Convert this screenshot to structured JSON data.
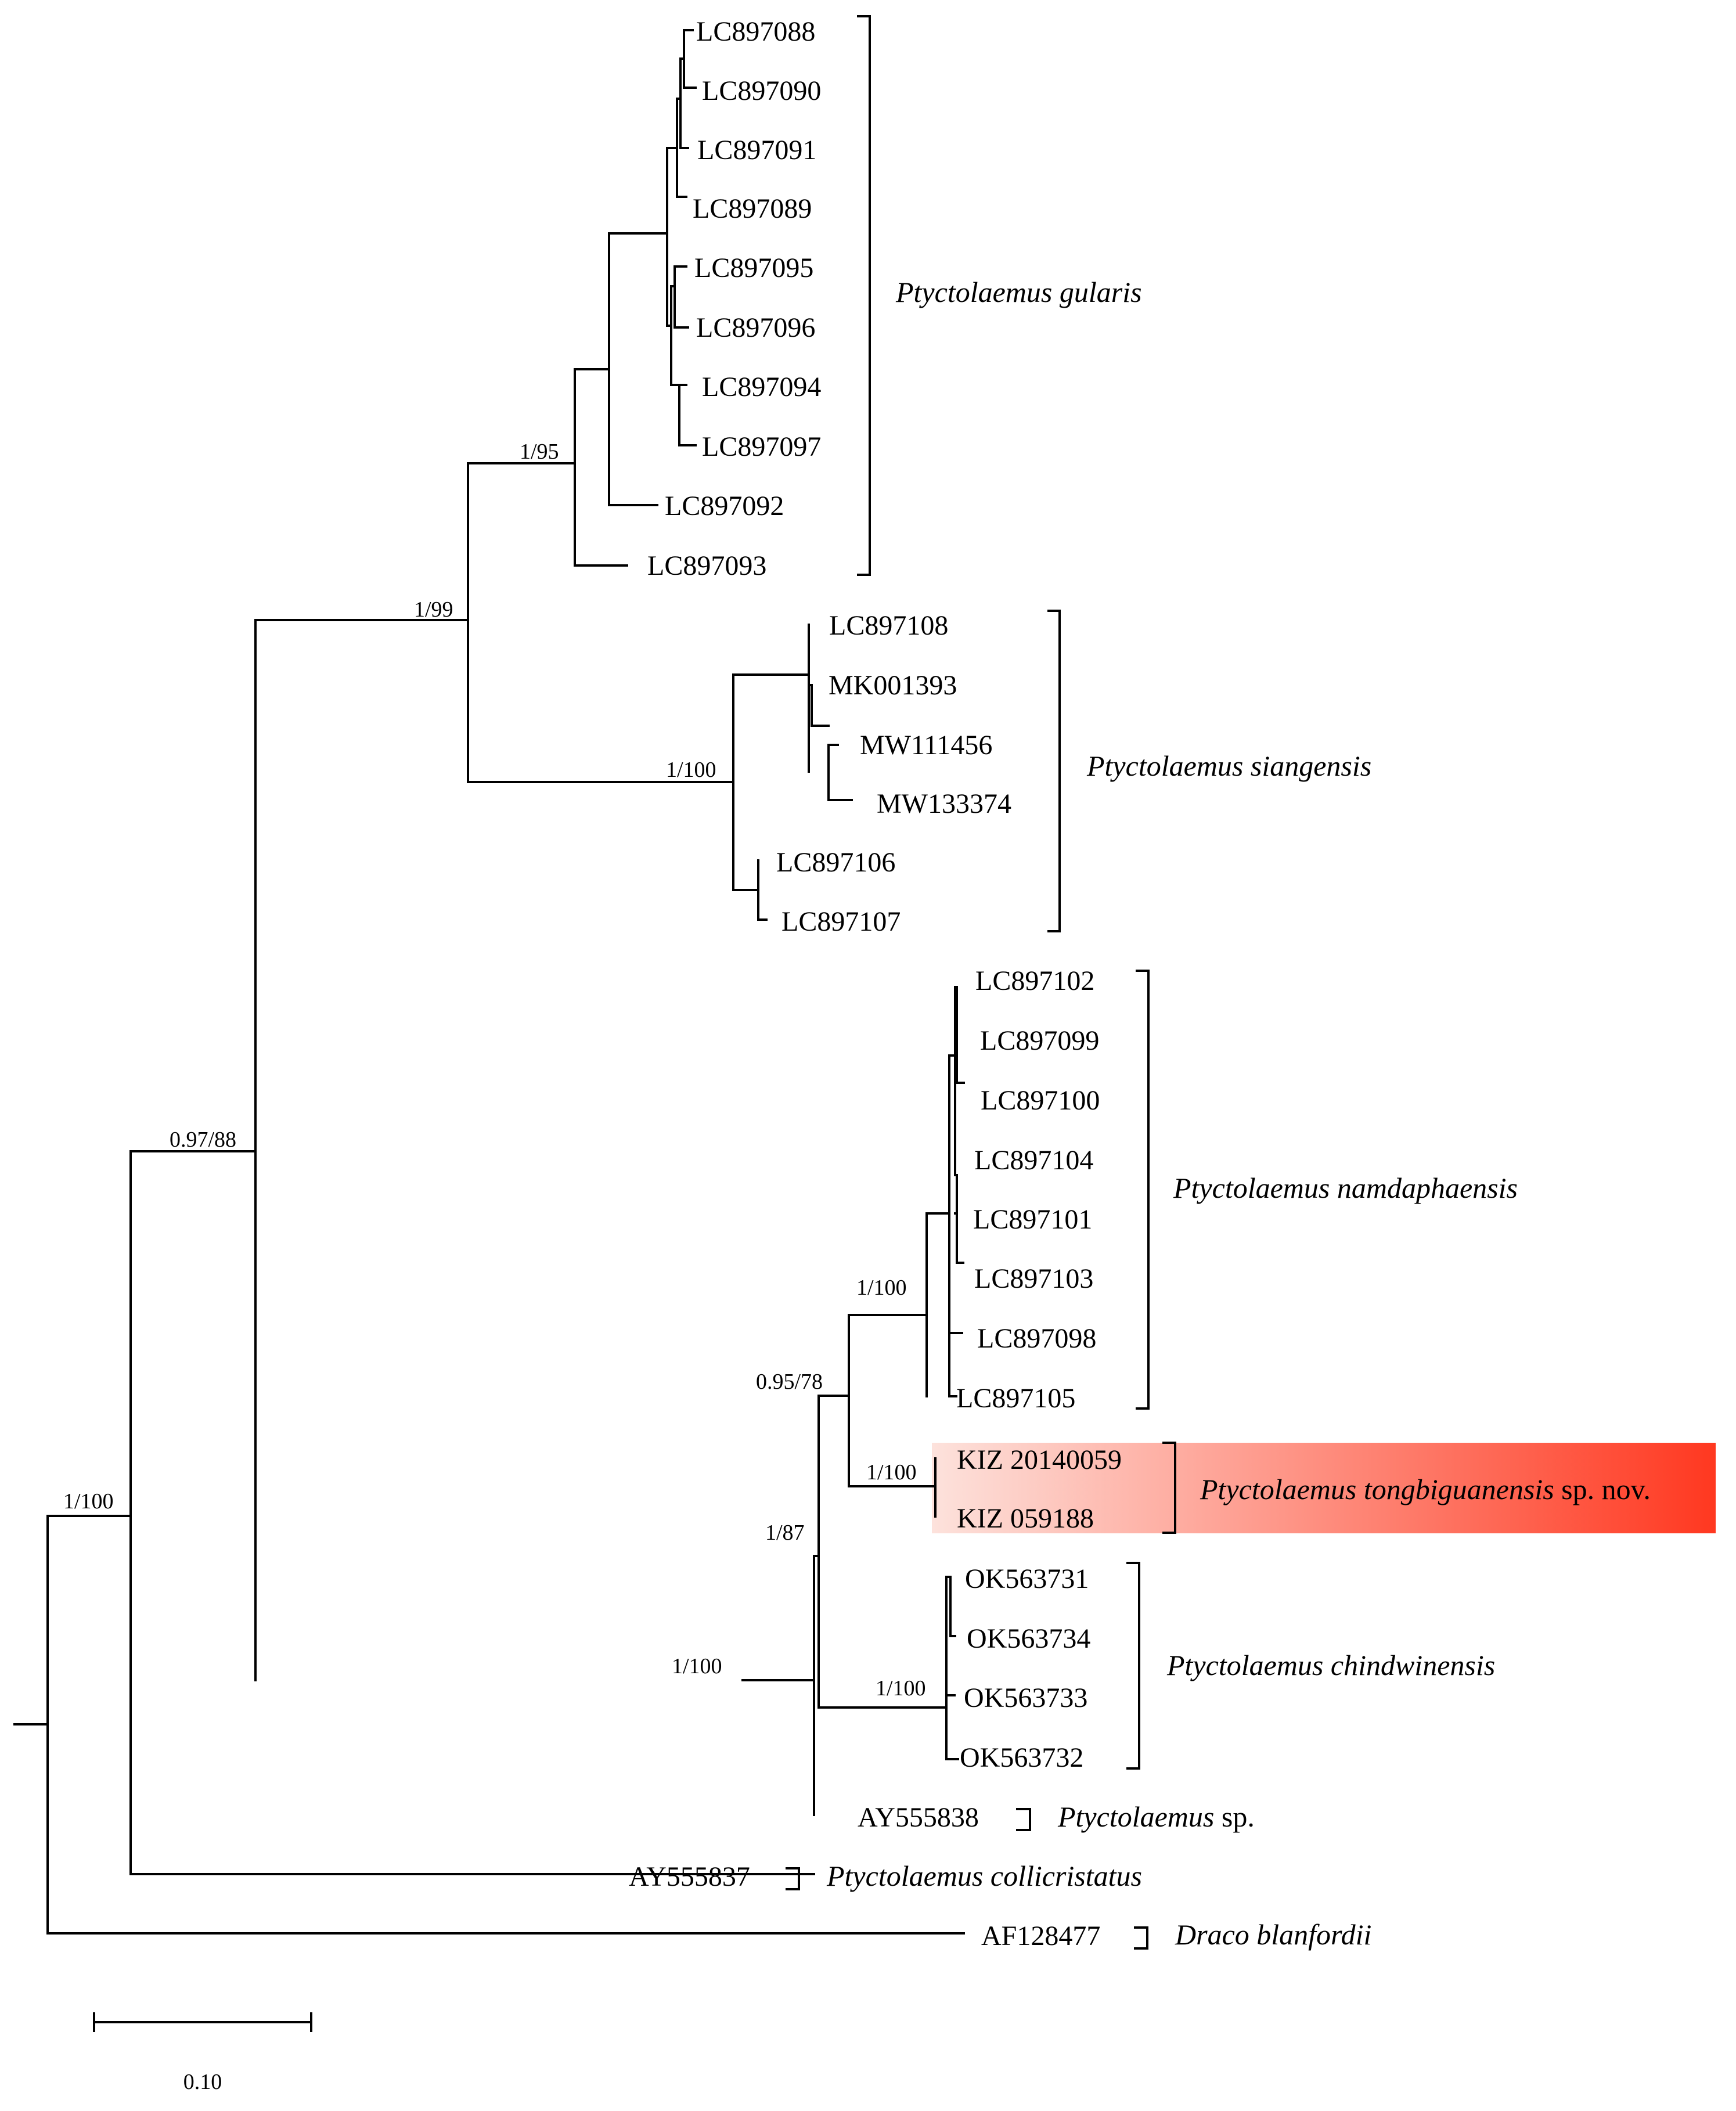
{
  "tree": {
    "tips": [
      "LC897088",
      "LC897090",
      "LC897091",
      "LC897089",
      "LC897095",
      "LC897096",
      "LC897094",
      "LC897097",
      "LC897092",
      "LC897093",
      "LC897108",
      "MK001393",
      "MW111456",
      "MW133374",
      "LC897106",
      "LC897107",
      "LC897102",
      "LC897099",
      "LC897100",
      "LC897104",
      "LC897101",
      "LC897103",
      "LC897098",
      "LC897105",
      "KIZ 20140059",
      "KIZ 059188",
      "OK563731",
      "OK563734",
      "OK563733",
      "OK563732",
      "AY555838",
      "AY555837",
      "AF128477"
    ],
    "support_values": [
      "1/95",
      "1/99",
      "1/100",
      "0.97/88",
      "1/100",
      "1/100",
      "0.95/78",
      "1/100",
      "1/87",
      "1/100",
      "1/100"
    ],
    "clades": [
      {
        "genus": "Ptyctolaemus",
        "epithet": "gularis",
        "suffix": ""
      },
      {
        "genus": "Ptyctolaemus",
        "epithet": "siangensis",
        "suffix": ""
      },
      {
        "genus": "Ptyctolaemus",
        "epithet": "namdaphaensis",
        "suffix": ""
      },
      {
        "genus": "Ptyctolaemus",
        "epithet": "tongbiguanensis",
        "suffix": " sp. nov."
      },
      {
        "genus": "Ptyctolaemus",
        "epithet": "chindwinensis",
        "suffix": ""
      },
      {
        "genus": "Ptyctolaemus",
        "epithet": "",
        "suffix": " sp."
      },
      {
        "genus": "Ptyctolaemus",
        "epithet": "collicristatus",
        "suffix": ""
      },
      {
        "genus": "Draco",
        "epithet": "blanfordii",
        "suffix": ""
      }
    ],
    "highlight": {
      "from_color": "#fde2dc",
      "to_color": "#ff3820"
    },
    "scale_bar": {
      "label": "0.10"
    }
  }
}
